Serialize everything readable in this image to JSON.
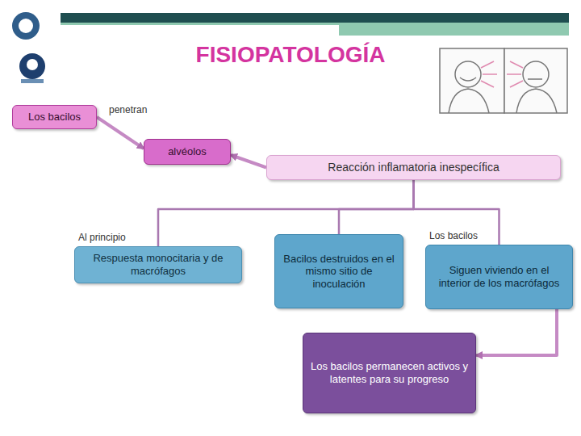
{
  "diagram": {
    "title": "FISIOPATOLOGÍA",
    "nodes": [
      {
        "text": [
          "Los bacilos"
        ]
      },
      {
        "text": [
          "alvéolos"
        ]
      },
      {
        "text": [
          "Reacción inflamatoria inespecífica"
        ]
      },
      {
        "text": [
          "Al principio",
          "Respuesta monocitaria y de macrófagos"
        ]
      },
      {
        "text": [
          "Bacilos destruidos en el mismo sitio de inoculación"
        ]
      },
      {
        "text": [
          "Los bacilos",
          "Siguen viviendo en el interior de los macrófagos"
        ]
      },
      {
        "text": [
          "Los bacilos permanecen activos y latentes para su progreso"
        ]
      }
    ],
    "edges": [
      {
        "from": 0,
        "to": 1,
        "arrow": "to",
        "label": "penetran"
      },
      {
        "from": 2,
        "to": 1,
        "arrow": "to"
      },
      {
        "from": 2,
        "to": 3,
        "arrow": "none"
      },
      {
        "from": 2,
        "to": 4,
        "arrow": "none"
      },
      {
        "from": 2,
        "to": 5,
        "arrow": "none"
      },
      {
        "from": 5,
        "to": 6,
        "arrow": "to"
      }
    ]
  }
}
